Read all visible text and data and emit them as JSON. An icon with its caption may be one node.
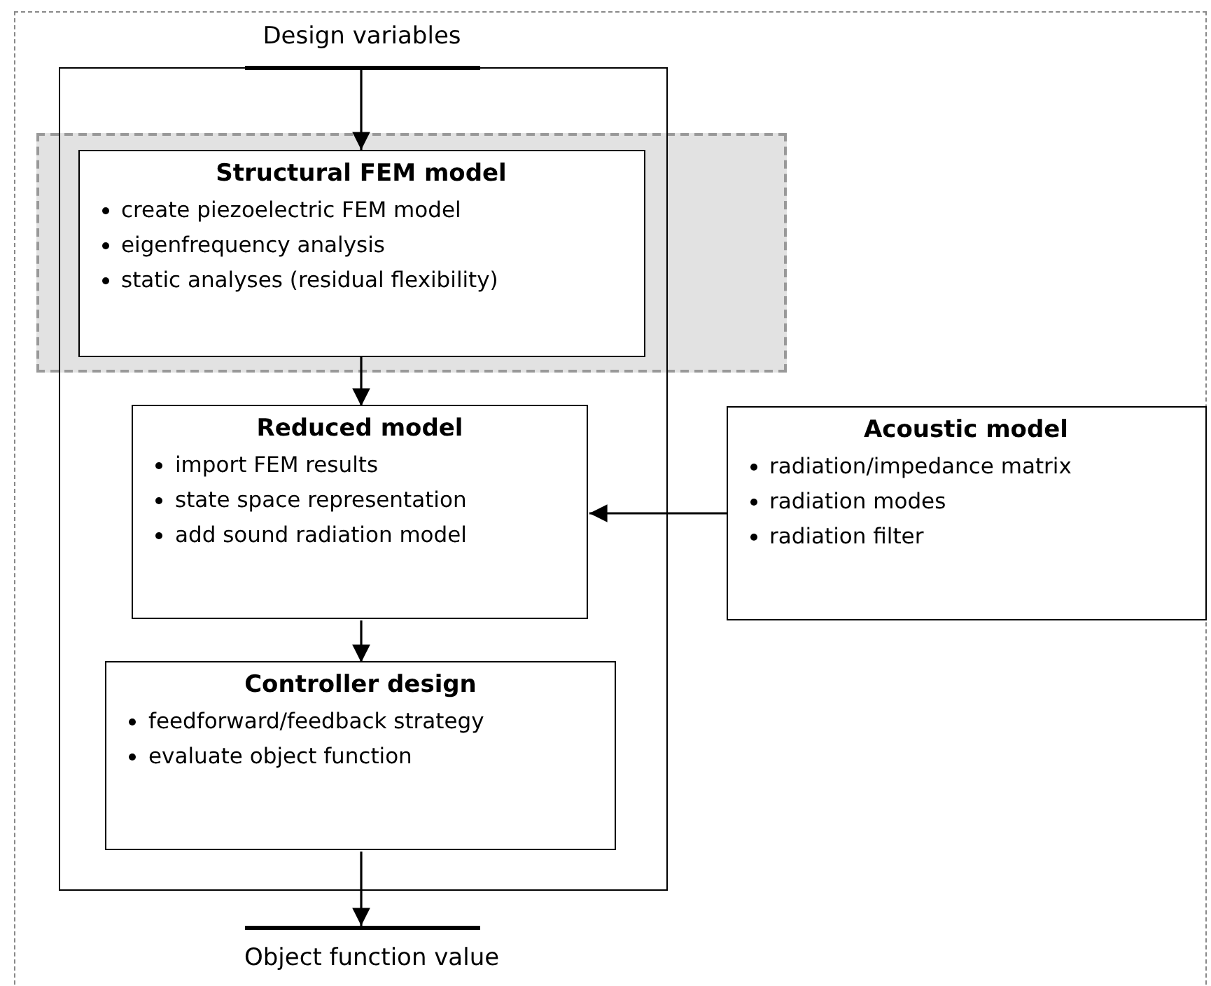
{
  "diagram": {
    "nodes": [
      {
        "text": [],
        "shape": "box"
      },
      {
        "text": [],
        "shape": "box",
        "in": 0
      },
      {
        "text": [],
        "shape": "box",
        "in": 0
      },
      {
        "text": [
          "Structural FEM model",
          "create piezoelectric FEM model",
          "eigenfrequency analysis",
          "static analyses (residual flexibility)"
        ],
        "in": 2
      },
      {
        "text": [
          "Design variables"
        ],
        "in": 0
      },
      {
        "text": [
          "Reduced model",
          "import FEM results",
          "state space representation",
          "add sound radiation model"
        ],
        "in": 1
      },
      {
        "text": [
          "Acoustic model",
          "radiation/impedance matrix",
          "radiation modes",
          "radiation filter"
        ],
        "in": 0
      },
      {
        "text": [
          "Controller design",
          "feedforward/feedback strategy",
          "evaluate object function"
        ],
        "in": 1
      },
      {
        "text": [
          "Object function value"
        ],
        "in": 0
      }
    ],
    "edges": [
      {
        "from": 4,
        "to": 3,
        "arrow": "to"
      },
      {
        "from": 3,
        "to": 5,
        "arrow": "to"
      },
      {
        "from": 6,
        "to": 5,
        "arrow": "to"
      },
      {
        "from": 5,
        "to": 7,
        "arrow": "to"
      },
      {
        "from": 7,
        "to": 8,
        "arrow": "to"
      }
    ]
  }
}
